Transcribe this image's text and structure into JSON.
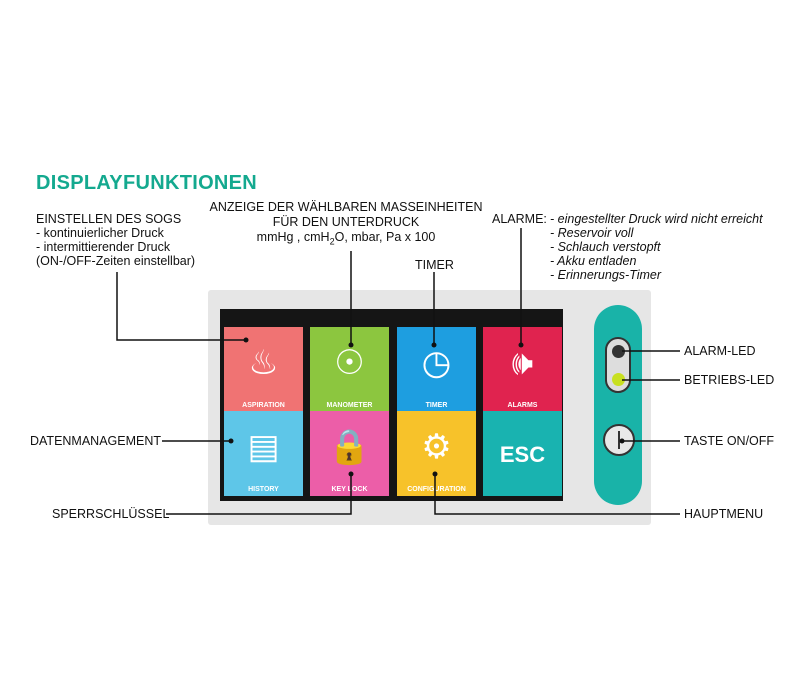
{
  "title": "DISPLAYFUNKTIONEN",
  "labels": {
    "sog": {
      "heading": "EINSTELLEN DES SOGS",
      "lines": [
        "- kontinuierlicher Druck",
        "- intermittierender Druck",
        "(ON-/OFF-Zeiten einstellbar)"
      ]
    },
    "units": {
      "lines": [
        "ANZEIGE DER WÄHLBAREN MASSEINHEITEN",
        "FÜR DEN UNTERDRUCK"
      ],
      "units_pre": "mmHg , cmH",
      "units_sub": "2",
      "units_post": "O, mbar, Pa x 100"
    },
    "timer": "TIMER",
    "alarme": {
      "heading": "ALARME:",
      "items": [
        "- eingestellter Druck wird nicht erreicht",
        "- Reservoir voll",
        "- Schlauch verstopft",
        "- Akku entladen",
        "- Erinnerungs-Timer"
      ]
    },
    "datenmanagement": "DATENMANAGEMENT",
    "sperrschluessel": "SPERRSCHLÜSSEL",
    "hauptmenu": "HAUPTMENU",
    "alarm_led": "ALARM-LED",
    "betriebs_led": "BETRIEBS-LED",
    "taste": "TASTE ON/OFF"
  },
  "tiles": [
    {
      "label": "ASPIRATION",
      "icon": "aspiration-icon",
      "color": "#f07373"
    },
    {
      "label": "MANOMETER",
      "icon": "manometer-icon",
      "color": "#8cc63f"
    },
    {
      "label": "TIMER",
      "icon": "alarm-clock-icon",
      "color": "#1e9ee0"
    },
    {
      "label": "ALARMS",
      "icon": "speaker-icon",
      "color": "#e0234f"
    },
    {
      "label": "HISTORY",
      "icon": "history-icon",
      "color": "#5ec6e8"
    },
    {
      "label": "KEY LOCK",
      "icon": "lock-icon",
      "color": "#ec5ea8"
    },
    {
      "label": "CONFIGURATION",
      "icon": "gear-icon",
      "color": "#f7c22a"
    },
    {
      "label": "ESC",
      "icon": "",
      "color": "#19b3b0"
    }
  ],
  "colors": {
    "accent": "#14a98f",
    "pill": "#19b3a8",
    "led_on": "#c8e020"
  }
}
